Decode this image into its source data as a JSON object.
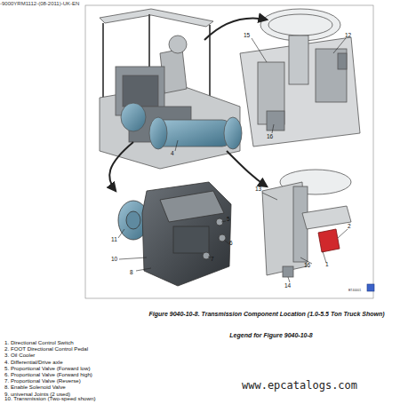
{
  "diagram": {
    "caption": "Figure 9040-10-8. Transmission Component Location (1.0-5.5 Ton Truck Shown)",
    "labels": [
      "-9000YRM1112-(08-2011)-UK-EN",
      "15",
      "12",
      "16",
      "4",
      "11",
      "5",
      "6",
      "10",
      "7",
      "8",
      "13",
      "2",
      "16",
      "1",
      "14",
      "BT40001",
      "Legend for Figure 9040-10-8",
      "1. Directional Control Switch",
      "2. FOOT Directional Control Pedal",
      "3. Oil Cooler",
      "4. Differential/Drive axle",
      "5. Proportional Valve (Forward low)",
      "6. Proportional Valve (Forward high)",
      "7. Proportional Valve (Reverse)",
      "8. Enable Solenoid Valve",
      "9. universal Joints (2 used)",
      "10. Transmission (Two-speed shown)",
      "www.epcatalogs.com"
    ]
  }
}
